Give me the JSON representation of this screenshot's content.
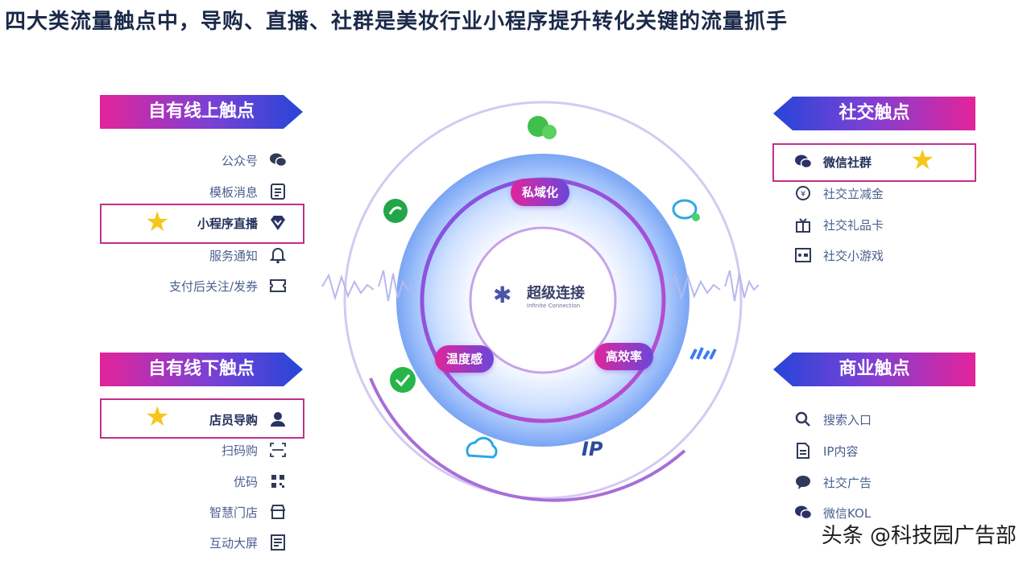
{
  "title": "四大类流量触点中，导购、直播、社群是美妆行业小程序提升转化关键的流量抓手",
  "sections": {
    "online": {
      "header": "自有线上触点",
      "items": [
        {
          "label": "公众号",
          "icon": "wechat-chat-icon"
        },
        {
          "label": "模板消息",
          "icon": "template-doc-icon"
        },
        {
          "label": "小程序直播",
          "icon": "live-diamond-icon"
        },
        {
          "label": "服务通知",
          "icon": "bell-icon"
        },
        {
          "label": "支付后关注/发券",
          "icon": "coupon-icon"
        }
      ]
    },
    "offline": {
      "header": "自有线下触点",
      "items": [
        {
          "label": "店员导购",
          "icon": "person-icon"
        },
        {
          "label": "扫码购",
          "icon": "scan-icon"
        },
        {
          "label": "优码",
          "icon": "qrcode-icon"
        },
        {
          "label": "智慧门店",
          "icon": "store-icon"
        },
        {
          "label": "互动大屏",
          "icon": "screen-icon"
        }
      ]
    },
    "social": {
      "header": "社交触点",
      "items": [
        {
          "label": "微信社群",
          "icon": "wechat-group-icon"
        },
        {
          "label": "社交立减金",
          "icon": "discount-icon"
        },
        {
          "label": "社交礼品卡",
          "icon": "gift-card-icon"
        },
        {
          "label": "社交小游戏",
          "icon": "game-icon"
        }
      ]
    },
    "commercial": {
      "header": "商业触点",
      "items": [
        {
          "label": "搜索入口",
          "icon": "search-icon"
        },
        {
          "label": "IP内容",
          "icon": "document-icon"
        },
        {
          "label": "社交广告",
          "icon": "ad-chat-icon"
        },
        {
          "label": "微信KOL",
          "icon": "wechat-kol-icon"
        }
      ]
    }
  },
  "center": {
    "logo_text": "超级连接",
    "logo_subtext": "Infinite Connection",
    "pills": [
      "私域化",
      "温度感",
      "高效率"
    ],
    "ip_text": "IP"
  },
  "colors": {
    "title": "#1b2a4a",
    "banner_pink": "#e3249a",
    "banner_blue": "#2546d8",
    "highlight_border": "#c2308c",
    "star": "#f7c61a",
    "item_text": "#4a5f90"
  },
  "watermark": "头条 @科技园广告部"
}
